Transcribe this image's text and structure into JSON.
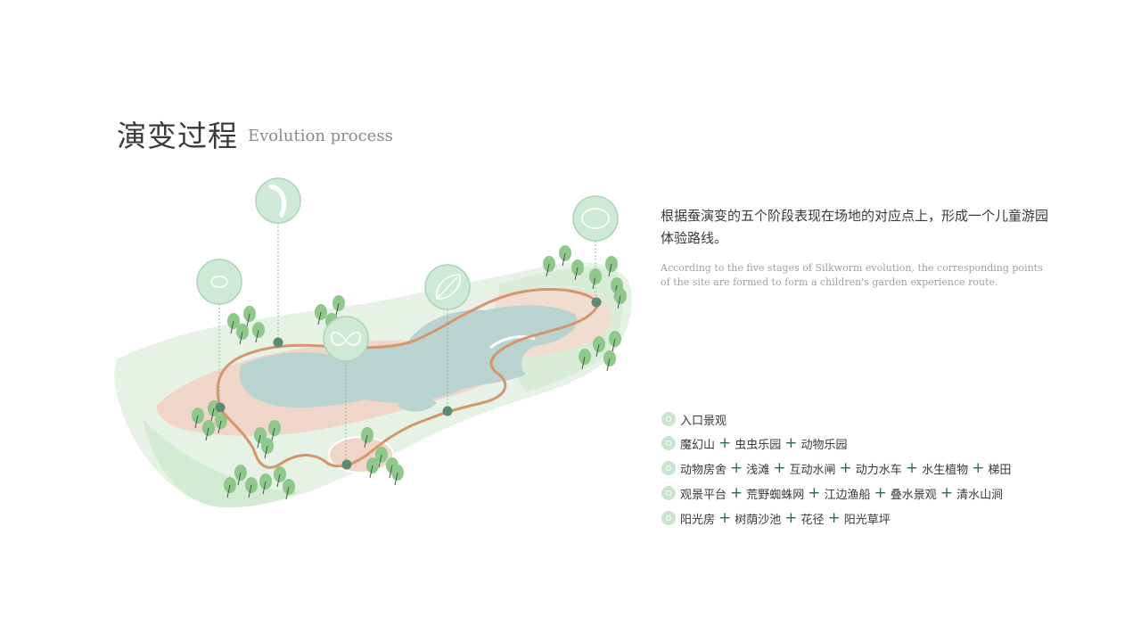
{
  "title": {
    "cn": "演变过程",
    "en": "Evolution process"
  },
  "description": {
    "cn": "根据蚕演变的五个阶段表现在场地的对应点上，形成一个儿童游园体验路线。",
    "en": "According to the five stages of Silkworm evolution, the corresponding points of the site are formed to form a children's garden experience route."
  },
  "legend": [
    {
      "icon": "entrance-icon",
      "items": [
        "入口景观"
      ]
    },
    {
      "icon": "silkworm-icon",
      "items": [
        "魔幻山",
        "虫虫乐园",
        "动物乐园"
      ]
    },
    {
      "icon": "cocoon-icon",
      "items": [
        "动物房舍",
        "浅滩",
        "互动水闸",
        "动力水车",
        "水生植物",
        "梯田"
      ]
    },
    {
      "icon": "leaf-icon",
      "items": [
        "观景平台",
        "荒野蜘蛛网",
        "江边渔船",
        "叠水景观",
        "清水山涧"
      ]
    },
    {
      "icon": "butterfly-icon",
      "items": [
        "阳光房",
        "树荫沙池",
        "花径",
        "阳光草坪"
      ]
    }
  ],
  "colors": {
    "route": "#d4966a",
    "node": "#5d8a73",
    "marker_fill": "#cfe9d7",
    "marker_stroke": "#aed3b9",
    "water": "#b8d3d0",
    "ground": "#efd6c8",
    "grass": "#d8ecd8",
    "tree": "#8ec88a",
    "plus": "#2f6b48"
  },
  "stage_markers": [
    {
      "name": "stage-marker-egg",
      "icon": "egg-icon"
    },
    {
      "name": "stage-marker-larva",
      "icon": "larva-icon"
    },
    {
      "name": "stage-marker-butterfly",
      "icon": "butterfly-icon"
    },
    {
      "name": "stage-marker-leaf",
      "icon": "leaf-icon"
    },
    {
      "name": "stage-marker-cocoon",
      "icon": "cocoon-icon"
    }
  ]
}
